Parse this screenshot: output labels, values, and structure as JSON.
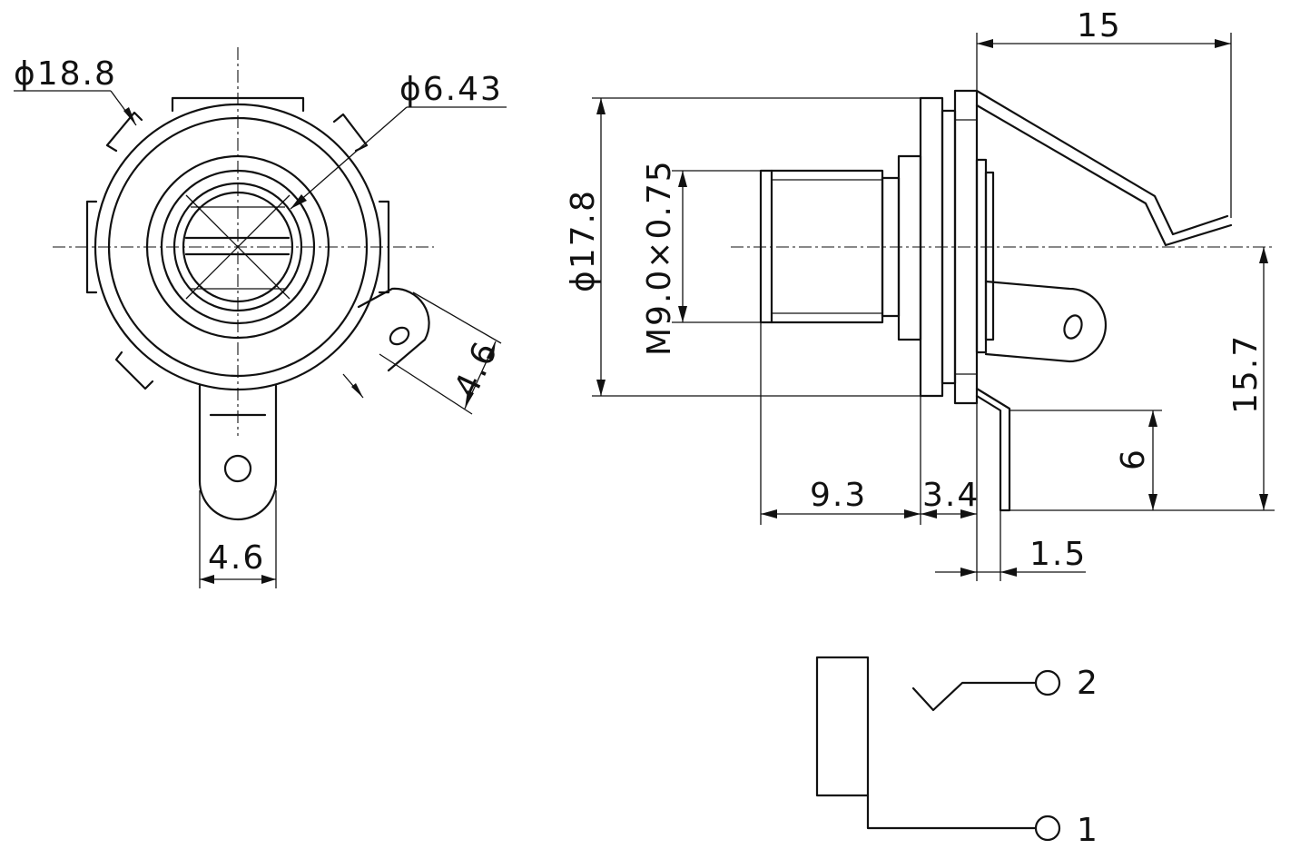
{
  "front_view": {
    "outer_diameter": "ϕ18.8",
    "hole_diameter": "ϕ6.43",
    "angled_lug_width": "4.6",
    "bottom_lug_width": "4.6"
  },
  "side_view": {
    "overall_length": "15",
    "flange_diameter": "ϕ17.8",
    "thread": "M9.0×0.75",
    "thread_length": "9.3",
    "flange_thickness": "3.4",
    "lug_height": "15.7",
    "lower_lug_height": "6",
    "lug_thickness": "1.5"
  },
  "schematic": {
    "pin_2": "2",
    "pin_1": "1"
  }
}
